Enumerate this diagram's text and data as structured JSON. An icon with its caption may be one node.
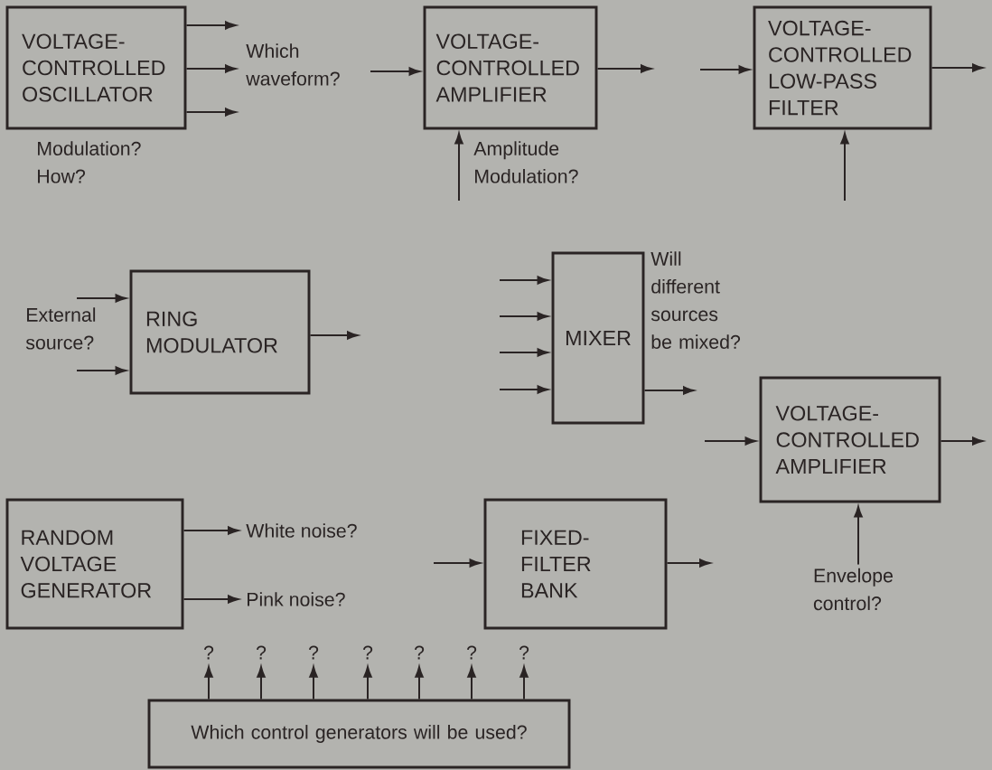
{
  "diagram": {
    "nodes": [
      {
        "text": [
          "VOLTAGE- CONTROLLED OSCILLATOR"
        ],
        "beside": [
          "Modulation? How?"
        ]
      },
      {
        "text": [
          "VOLTAGE- CONTROLLED AMPLIFIER"
        ]
      },
      {
        "text": [
          "VOLTAGE- CONTROLLED LOW-PASS FILTER"
        ]
      },
      {
        "text": [
          "RING MODULATOR"
        ]
      },
      {
        "text": [
          "MIXER"
        ],
        "beside": [
          "Will different sources be mixed?"
        ]
      },
      {
        "text": [
          "VOLTAGE- CONTROLLED AMPLIFIER"
        ]
      },
      {
        "text": [
          "RANDOM VOLTAGE GENERATOR"
        ]
      },
      {
        "text": [
          "White noise?"
        ]
      },
      {
        "text": [
          "Pink noise?"
        ]
      },
      {
        "text": [
          "FIXED- FILTER BANK"
        ]
      },
      {
        "text": [
          "Envelope control?"
        ]
      },
      {
        "text": [
          "?"
        ]
      },
      {
        "text": [
          "?"
        ]
      },
      {
        "text": [
          "?"
        ]
      },
      {
        "text": [
          "?"
        ]
      },
      {
        "text": [
          "?"
        ]
      },
      {
        "text": [
          "?"
        ]
      },
      {
        "text": [
          "?"
        ]
      },
      {
        "text": [
          "Which control generators will be used?"
        ]
      }
    ],
    "edges": [
      {
        "from": 0,
        "to": null,
        "arrow": "to"
      },
      {
        "from": 0,
        "to": null,
        "arrow": "to"
      },
      {
        "from": 0,
        "to": null,
        "arrow": "to"
      },
      {
        "from": null,
        "to": 1,
        "arrow": "to"
      },
      {
        "from": 1,
        "to": null,
        "arrow": "to"
      },
      {
        "from": null,
        "to": 1,
        "arrow": "to"
      },
      {
        "from": null,
        "to": 2,
        "arrow": "to"
      },
      {
        "from": 2,
        "to": null,
        "arrow": "to"
      },
      {
        "from": null,
        "to": 2,
        "arrow": "to"
      },
      {
        "from": null,
        "to": 3,
        "arrow": "to"
      },
      {
        "from": null,
        "to": 3,
        "arrow": "to"
      },
      {
        "from": 3,
        "to": null,
        "arrow": "to"
      },
      {
        "from": null,
        "to": 4,
        "arrow": "to"
      },
      {
        "from": null,
        "to": 4,
        "arrow": "to"
      },
      {
        "from": null,
        "to": 4,
        "arrow": "to"
      },
      {
        "from": null,
        "to": 4,
        "arrow": "to"
      },
      {
        "from": 4,
        "to": null,
        "arrow": "to"
      },
      {
        "from": null,
        "to": 5,
        "arrow": "to"
      },
      {
        "from": 5,
        "to": null,
        "arrow": "to"
      },
      {
        "from": 10,
        "to": 5,
        "arrow": "to"
      },
      {
        "from": 6,
        "to": 7,
        "arrow": "to"
      },
      {
        "from": 6,
        "to": 8,
        "arrow": "to"
      },
      {
        "from": null,
        "to": 9,
        "arrow": "to"
      },
      {
        "from": 9,
        "to": null,
        "arrow": "to"
      },
      {
        "from": 18,
        "to": 11,
        "arrow": "to"
      },
      {
        "from": 18,
        "to": 12,
        "arrow": "to"
      },
      {
        "from": 18,
        "to": 13,
        "arrow": "to"
      },
      {
        "from": 18,
        "to": 14,
        "arrow": "to"
      },
      {
        "from": 18,
        "to": 15,
        "arrow": "to"
      },
      {
        "from": 18,
        "to": 16,
        "arrow": "to"
      },
      {
        "from": 18,
        "to": 17,
        "arrow": "to"
      }
    ],
    "labels": [
      "Which waveform?",
      "Amplitude Modulation?",
      "External source?"
    ]
  }
}
